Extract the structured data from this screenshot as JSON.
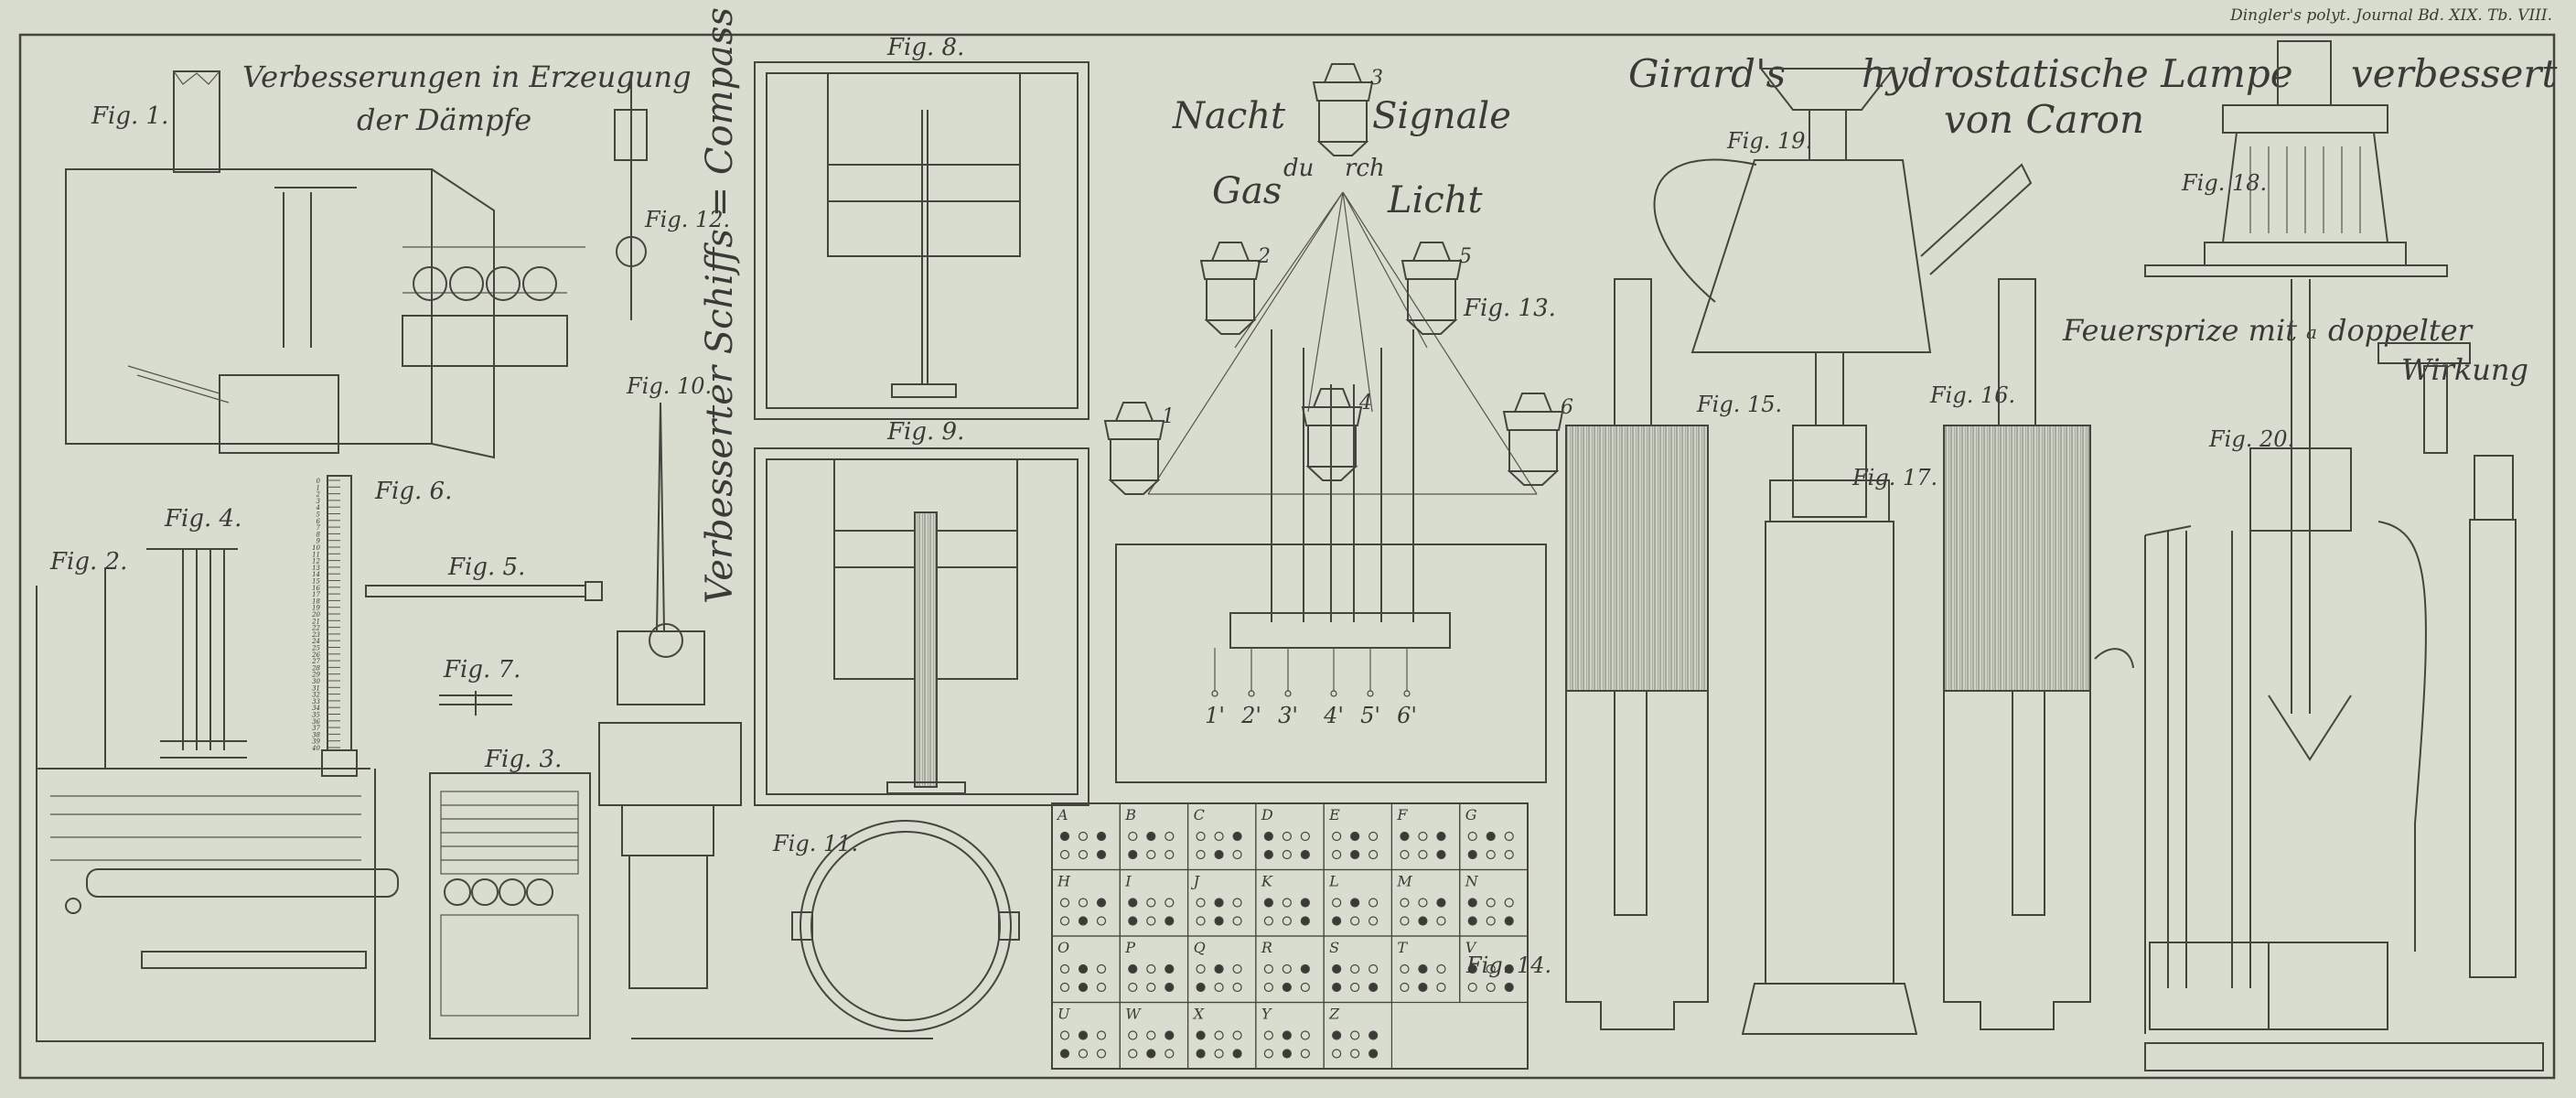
{
  "header": "Dingler's polyt. Journal Bd. XIX. Tb. VIII.",
  "titles": {
    "verbesserungen_line1": "Verbesserungen in Erzeugung",
    "verbesserungen_line2": "der Dämpfe",
    "compass": "Verbesserter Schiffs = Compass",
    "nacht": "Nacht",
    "signale": "Signale",
    "durch_1": "du",
    "durch_2": "rch",
    "gas": "Gas",
    "licht": "Licht",
    "girards": "Girard's",
    "hydrostatische": "hydrostatische Lampe",
    "verbessert": "verbessert",
    "von_caron": "von Caron",
    "feuersprize_1": "Feuersprize mit",
    "feuersprize_a": "a",
    "feuersprize_2": "doppelter",
    "wirkung": "Wirkung"
  },
  "figures": {
    "f1": "Fig. 1.",
    "f2": "Fig. 2.",
    "f3": "Fig. 3.",
    "f4": "Fig. 4.",
    "f5": "Fig. 5.",
    "f6": "Fig. 6.",
    "f7": "Fig. 7.",
    "f8": "Fig. 8.",
    "f9": "Fig. 9.",
    "f10": "Fig. 10.",
    "f11": "Fig. 11.",
    "f12": "Fig. 12.",
    "f13": "Fig. 13.",
    "f14": "Fig. 14.",
    "f15": "Fig. 15.",
    "f16": "Fig. 16.",
    "f17": "Fig. 17.",
    "f18": "Fig. 18.",
    "f19": "Fig. 19.",
    "f20": "Fig. 20."
  },
  "lamp_numbers": [
    "1",
    "2",
    "3",
    "4",
    "5",
    "6"
  ],
  "drop_labels": [
    "1'",
    "2'",
    "3'",
    "4'",
    "5'",
    "6'"
  ],
  "signal_codes": [
    "A",
    "B",
    "C",
    "D",
    "E",
    "F",
    "G",
    "H",
    "I",
    "J",
    "K",
    "L",
    "M",
    "N",
    "O",
    "P",
    "Q",
    "R",
    "S",
    "T",
    "V",
    "U",
    "W",
    "X",
    "Y",
    "Z"
  ],
  "scale_numbers": [
    "0",
    "1",
    "2",
    "3",
    "4",
    "5",
    "6",
    "7",
    "8",
    "9",
    "10",
    "11",
    "12",
    "13",
    "14",
    "15",
    "16",
    "17",
    "18",
    "19",
    "20",
    "21",
    "22",
    "23",
    "24",
    "25",
    "26",
    "27",
    "28",
    "29",
    "30",
    "31",
    "32",
    "33",
    "34",
    "35",
    "36",
    "37",
    "38",
    "39",
    "40"
  ],
  "colors": {
    "paper": "#d9ddd0",
    "ink": "#45453f"
  }
}
